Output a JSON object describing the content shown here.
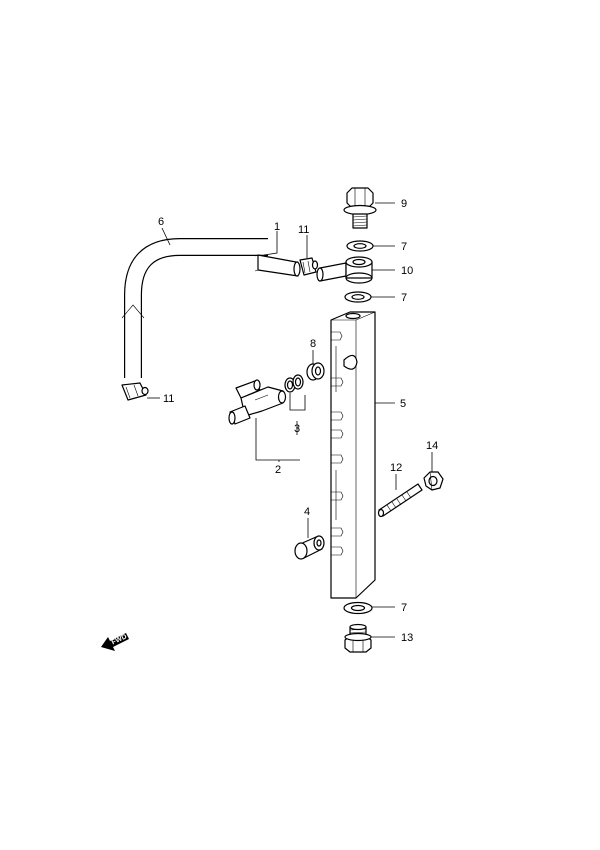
{
  "callouts": {
    "c1": "1",
    "c2": "2",
    "c3": "3",
    "c4": "4",
    "c5": "5",
    "c6": "6",
    "c7a": "7",
    "c7b": "7",
    "c7c": "7",
    "c8": "8",
    "c9": "9",
    "c10": "10",
    "c11a": "11",
    "c11b": "11",
    "c12": "12",
    "c13": "13",
    "c14": "14"
  },
  "fwd_label": "FWD"
}
